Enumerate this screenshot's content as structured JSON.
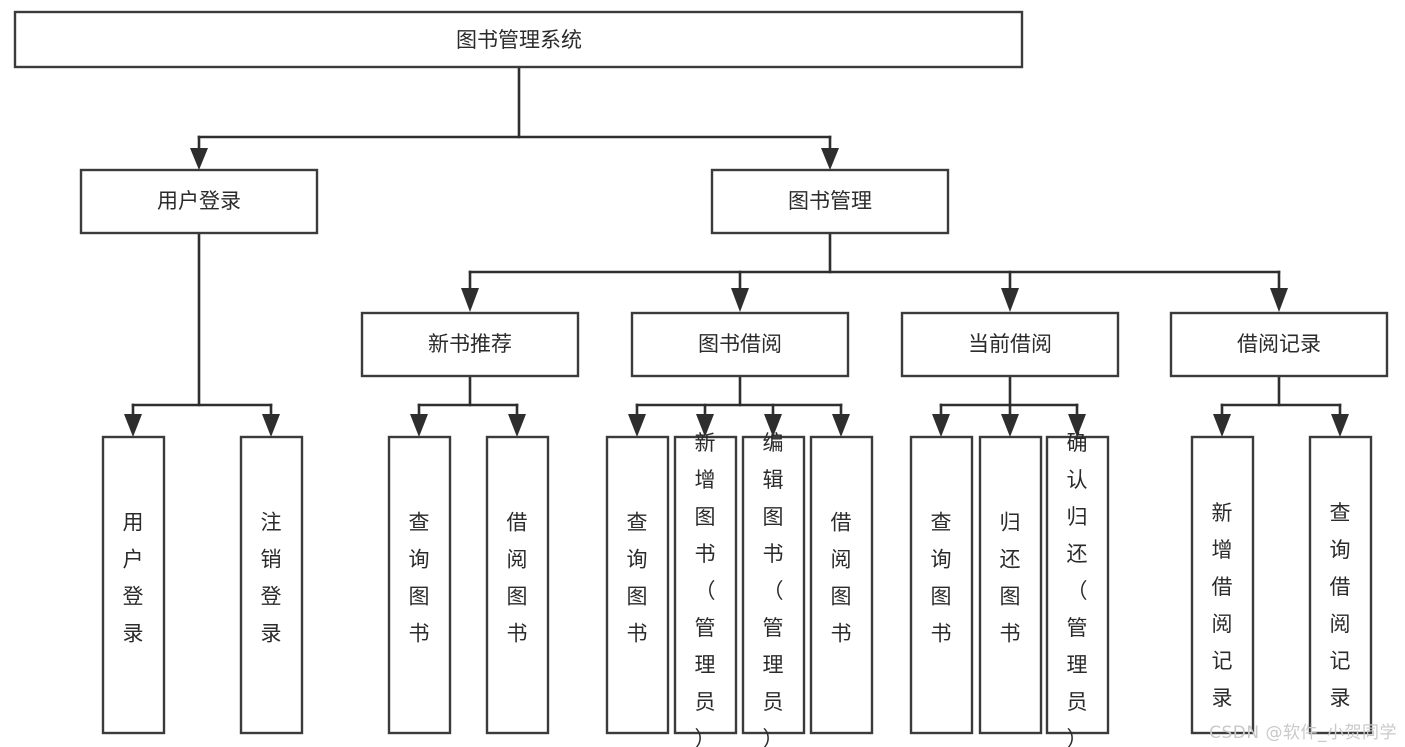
{
  "diagram": {
    "title": "图书管理系统",
    "type": "tree-hierarchy-chart",
    "root": {
      "label": "图书管理系统"
    },
    "level2": [
      {
        "label": "用户登录"
      },
      {
        "label": "图书管理"
      }
    ],
    "level3": [
      {
        "label": "新书推荐"
      },
      {
        "label": "图书借阅"
      },
      {
        "label": "当前借阅"
      },
      {
        "label": "借阅记录"
      }
    ],
    "leaves": {
      "user_login": [
        {
          "label": "用户登录"
        },
        {
          "label": "注销登录"
        }
      ],
      "new_book_recommend": [
        {
          "label": "查询图书"
        },
        {
          "label": "借阅图书"
        }
      ],
      "book_borrow": [
        {
          "label": "查询图书"
        },
        {
          "label": "新增图书（管理员）"
        },
        {
          "label": "编辑图书（管理员）"
        },
        {
          "label": "借阅图书"
        }
      ],
      "current_borrow": [
        {
          "label": "查询图书"
        },
        {
          "label": "归还图书"
        },
        {
          "label": "确认归还（管理员）"
        }
      ],
      "borrow_record": [
        {
          "label": "新增借阅记录"
        },
        {
          "label": "查询借阅记录"
        }
      ]
    }
  },
  "watermark": {
    "text": "CSDN @软件_小贺同学"
  },
  "colors": {
    "box_border": "#3b3b3b",
    "connector": "#2e2e2e",
    "text": "#2b2b2b",
    "background": "#ffffff",
    "watermark": "#c9c9c9"
  }
}
